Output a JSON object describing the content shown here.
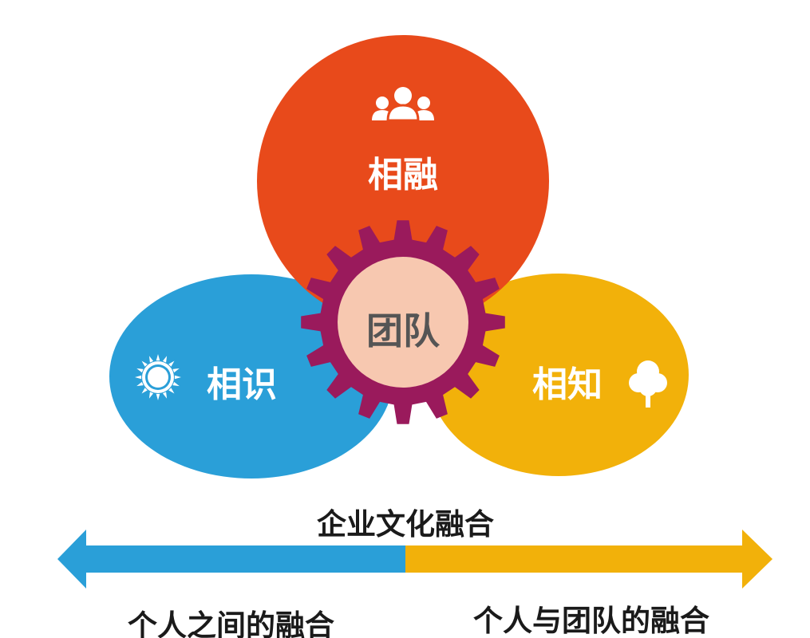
{
  "diagram": {
    "top": {
      "label": "相融",
      "icon": "people-group-icon",
      "color": "#E84A1B"
    },
    "left": {
      "label": "相识",
      "icon": "sun-icon",
      "color": "#2A9FD8"
    },
    "right": {
      "label": "相知",
      "icon": "tree-icon",
      "color": "#F2B10A"
    },
    "center": {
      "label": "团队",
      "gear_color": "#9A1A5C",
      "fill_color": "#F7C8B0"
    }
  },
  "axis": {
    "title": "企业文化融合",
    "left_label": "个人之间的融合",
    "right_label": "个人与团队的融合",
    "left_color": "#2A9FD8",
    "right_color": "#F2B10A"
  }
}
